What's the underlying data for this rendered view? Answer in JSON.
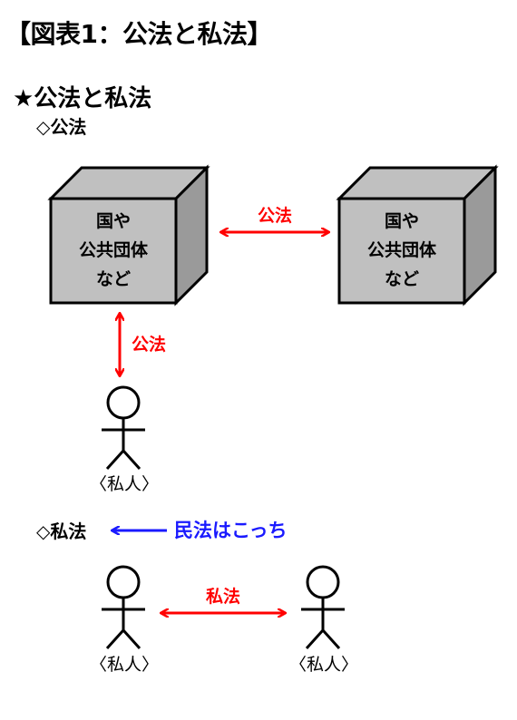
{
  "title": "【図表1：公法と私法】",
  "heading": "★公法と私法",
  "public_law_section": {
    "label": "◇公法",
    "box_left": [
      "国や",
      "公共団体",
      "など"
    ],
    "box_right": [
      "国や",
      "公共団体",
      "など"
    ],
    "arrow_between_boxes": "公法",
    "arrow_to_person": "公法",
    "person_caption": "〈私人〉"
  },
  "private_law_section": {
    "label": "◇私法",
    "pointer_text": "民法はこっち",
    "arrow_between_people": "私法",
    "person_left_caption": "〈私人〉",
    "person_right_caption": "〈私人〉"
  },
  "colors": {
    "box_fill": "#c0c0c0",
    "box_side": "#9a9a9a",
    "arrow_red": "#ff0000",
    "arrow_blue": "#1a1aff"
  }
}
